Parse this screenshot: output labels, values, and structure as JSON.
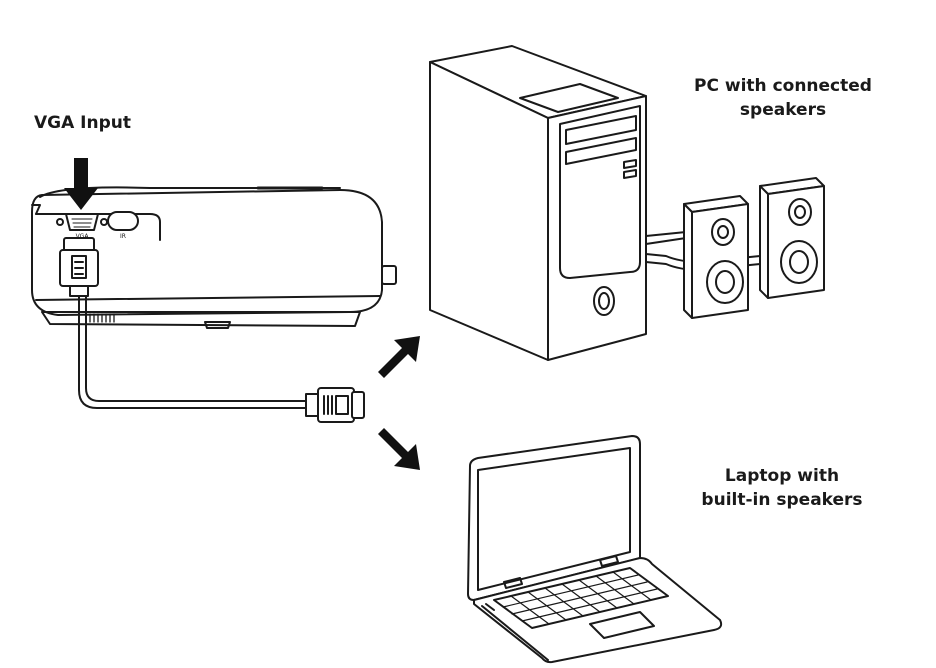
{
  "labels": {
    "vga_input": "VGA Input",
    "pc_line1": "PC with connected",
    "pc_line2": "speakers",
    "laptop_line1": "Laptop with",
    "laptop_line2": "built-in speakers"
  },
  "projector_port_labels": {
    "vga": "VGA",
    "ir": "IR"
  },
  "colors": {
    "line": "#1a1a1a",
    "fill": "#ffffff",
    "arrow": "#111111"
  }
}
